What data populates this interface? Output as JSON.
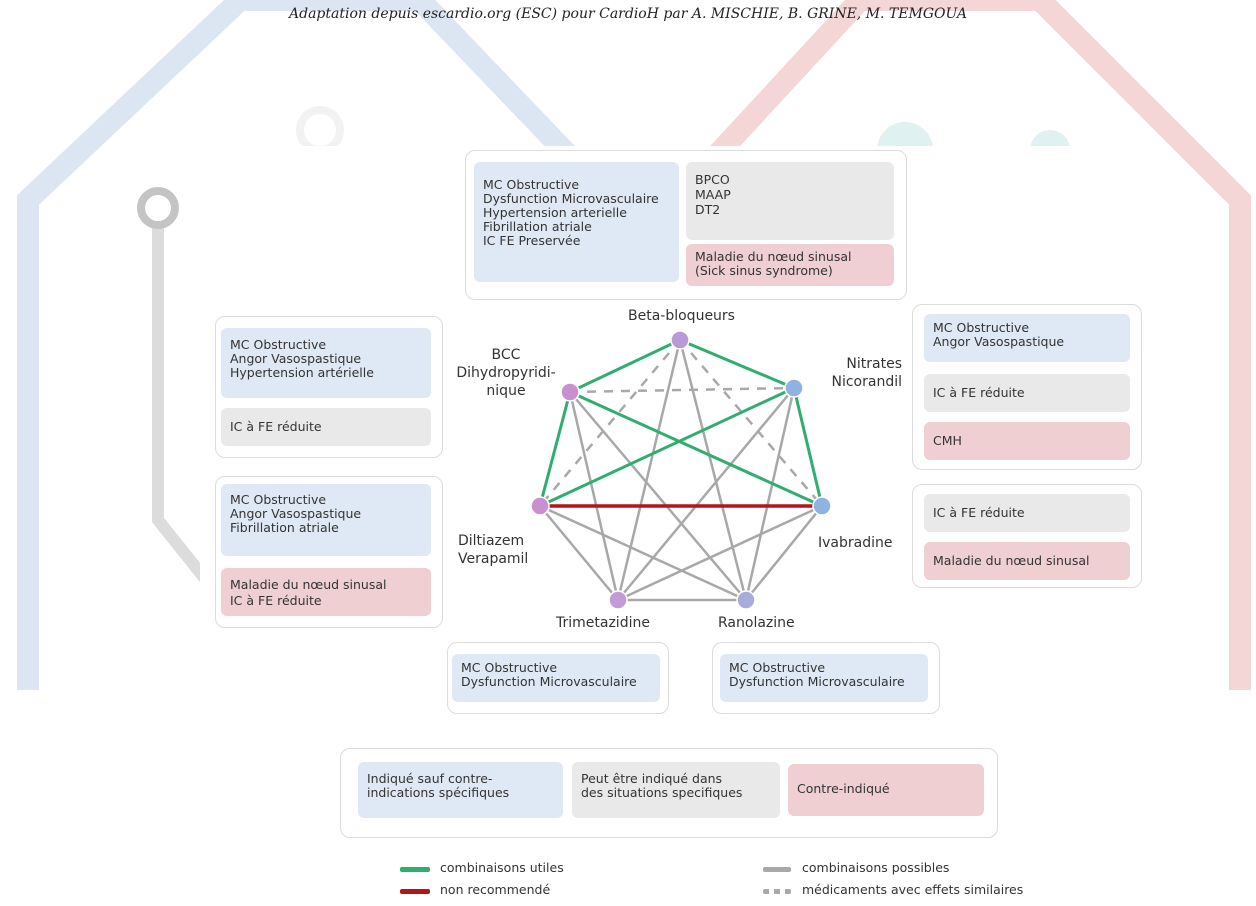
{
  "credit": "Adaptation depuis escardio.org (ESC) pour CardioH par A. MISCHIE, B. GRINE,  M. TEMGOUA",
  "colors": {
    "indicated": "#dfe9f5",
    "possible": "#e9e9e9",
    "contraindicated": "#f0cfd3",
    "useful": "#2fae6f",
    "not_recommended": "#b3151d",
    "possible_edge": "#a8a8a8"
  },
  "nodes": [
    {
      "id": "beta",
      "label": "Beta-bloqueurs",
      "color": "#b79ad6"
    },
    {
      "id": "nitrates",
      "label": "Nitrates\nNicorandil",
      "color": "#8fb2e0"
    },
    {
      "id": "ivabradine",
      "label": "Ivabradine",
      "color": "#8fb2e0"
    },
    {
      "id": "ranolazine",
      "label": "Ranolazine",
      "color": "#a7acd8"
    },
    {
      "id": "trimetazidine",
      "label": "Trimetazidine",
      "color": "#c39bd8"
    },
    {
      "id": "diltiazem",
      "label": "Diltiazem\nVerapamil",
      "color": "#c98fcf"
    },
    {
      "id": "bcc",
      "label": "BCC\nDihydropyridi-\nnique",
      "color": "#c98fcf"
    }
  ],
  "edges": [
    {
      "from": "beta",
      "to": "nitrates",
      "type": "useful"
    },
    {
      "from": "beta",
      "to": "bcc",
      "type": "useful"
    },
    {
      "from": "bcc",
      "to": "diltiazem",
      "type": "useful"
    },
    {
      "from": "bcc",
      "to": "ivabradine",
      "type": "useful"
    },
    {
      "from": "nitrates",
      "to": "diltiazem",
      "type": "useful"
    },
    {
      "from": "nitrates",
      "to": "ivabradine",
      "type": "useful"
    },
    {
      "from": "diltiazem",
      "to": "ivabradine",
      "type": "not_recommended"
    },
    {
      "from": "beta",
      "to": "diltiazem",
      "type": "similar"
    },
    {
      "from": "beta",
      "to": "ivabradine",
      "type": "similar"
    },
    {
      "from": "bcc",
      "to": "nitrates",
      "type": "similar"
    },
    {
      "from": "beta",
      "to": "trimetazidine",
      "type": "possible"
    },
    {
      "from": "beta",
      "to": "ranolazine",
      "type": "possible"
    },
    {
      "from": "bcc",
      "to": "trimetazidine",
      "type": "possible"
    },
    {
      "from": "bcc",
      "to": "ranolazine",
      "type": "possible"
    },
    {
      "from": "nitrates",
      "to": "trimetazidine",
      "type": "possible"
    },
    {
      "from": "nitrates",
      "to": "ranolazine",
      "type": "possible"
    },
    {
      "from": "diltiazem",
      "to": "trimetazidine",
      "type": "possible"
    },
    {
      "from": "diltiazem",
      "to": "ranolazine",
      "type": "possible"
    },
    {
      "from": "ivabradine",
      "to": "trimetazidine",
      "type": "possible"
    },
    {
      "from": "ivabradine",
      "to": "ranolazine",
      "type": "possible"
    },
    {
      "from": "trimetazidine",
      "to": "ranolazine",
      "type": "possible"
    }
  ],
  "boxes": {
    "beta_indicated": "MC Obstructive\nDysfunction Microvasculaire\nHypertension arterielle\nFibrillation atriale\nIC FE Preservée",
    "beta_possible": "BPCO\nMAAP\nDT2",
    "beta_contra": "Maladie du nœud sinusal\n(Sick sinus syndrome)",
    "bcc_indicated": "MC Obstructive\nAngor Vasospastique\nHypertension artérielle",
    "bcc_possible": "IC à FE réduite",
    "nitrates_indicated": "MC Obstructive\nAngor Vasospastique",
    "nitrates_possible": "IC à FE réduite",
    "nitrates_contra": "CMH",
    "diltiazem_indicated": "MC Obstructive\nAngor Vasospastique\nFibrillation atriale",
    "diltiazem_contra": "Maladie du nœud sinusal\nIC à FE réduite",
    "ivabradine_possible": "IC à FE réduite",
    "ivabradine_contra": "Maladie du nœud sinusal",
    "trimetazidine_indicated": "MC Obstructive\nDysfunction Microvasculaire",
    "ranolazine_indicated": "MC Obstructive\nDysfunction Microvasculaire"
  },
  "legend": {
    "indicated": "Indiqué  sauf  contre-\nindications spécifiques",
    "possible": "Peut être indiqué dans\ndes situations specifiques",
    "contraindicated": "Contre-indiqué",
    "useful": "combinaisons utiles",
    "not_recommended": "non recommendé",
    "possible_line": "combinaisons possibles",
    "similar": "médicaments avec effets similaires"
  }
}
